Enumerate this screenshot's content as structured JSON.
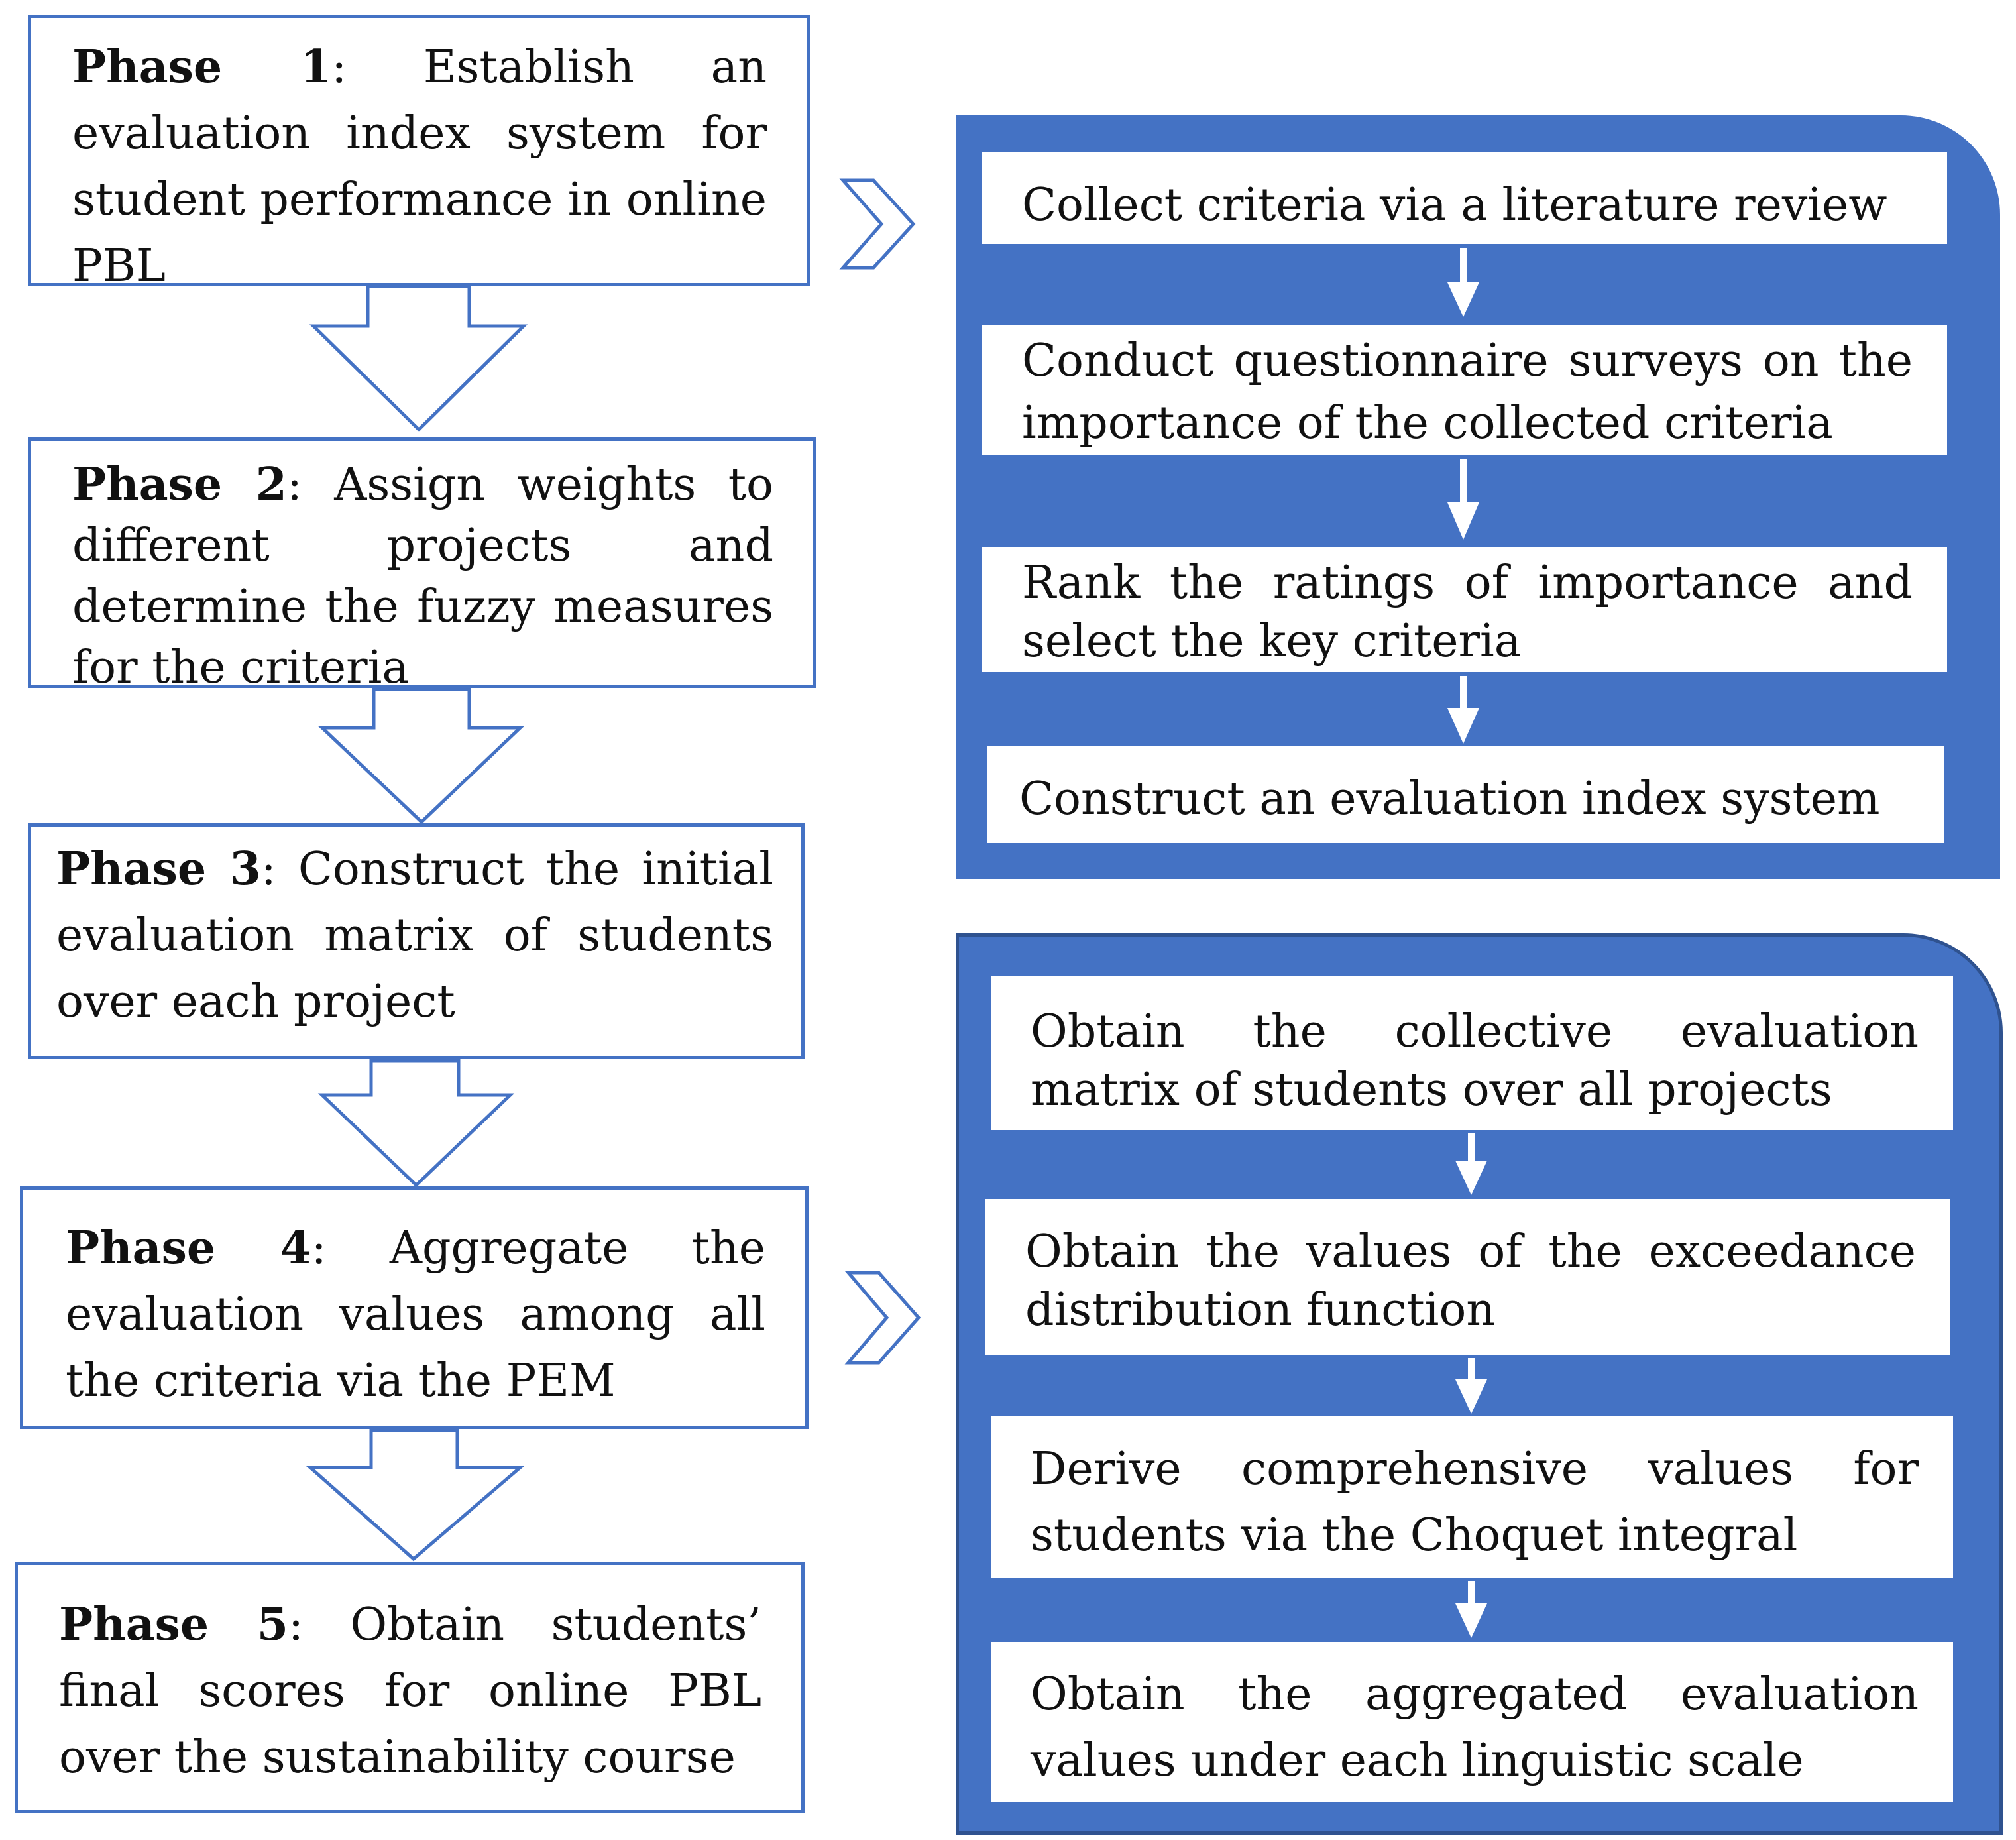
{
  "phases": [
    {
      "label": "Phase 1",
      "text": ": Establish an evaluation index system for student performance in online PBL"
    },
    {
      "label": "Phase 2",
      "text": ": Assign weights to different projects and determine the fuzzy measures for the criteria"
    },
    {
      "label": "Phase 3",
      "text": ": Construct the initial evaluation matrix of students over each project"
    },
    {
      "label": "Phase 4",
      "text": ": Aggregate the evaluation values among all the criteria via the PEM"
    },
    {
      "label": "Phase 5",
      "text": ": Obtain students’ final scores for online PBL over the sustainability course"
    }
  ],
  "panel_top": {
    "steps": [
      "Collect criteria via a literature review",
      "Conduct questionnaire surveys on the importance of the collected criteria",
      "Rank the ratings of importance and select the key criteria",
      "Construct an evaluation index system"
    ]
  },
  "panel_bottom": {
    "steps": [
      "Obtain the collective evaluation matrix of students over all projects",
      "Obtain the values of the exceedance distribution function",
      "Derive comprehensive values for students via the Choquet integral",
      "Obtain the aggregated evaluation values under each linguistic scale"
    ]
  },
  "colors": {
    "accent": "#4472c4",
    "panel_border": "#2f528f",
    "box_fill": "#ffffff"
  },
  "icons": [
    "chevron-right-icon",
    "down-arrow-icon"
  ]
}
